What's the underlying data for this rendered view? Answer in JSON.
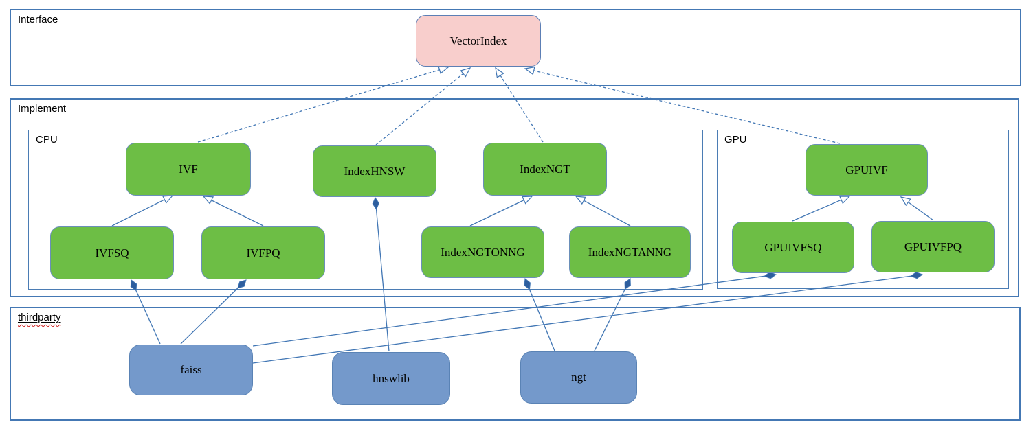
{
  "sections": {
    "interface": {
      "label": "Interface"
    },
    "implement": {
      "label": "Implement"
    },
    "cpu": {
      "label": "CPU"
    },
    "gpu": {
      "label": "GPU"
    },
    "thirdparty": {
      "label": "thirdparty"
    }
  },
  "nodes": {
    "vectorindex": {
      "label": "VectorIndex",
      "layer": "interface"
    },
    "ivf": {
      "label": "IVF",
      "layer": "implement-cpu"
    },
    "indexhnsw": {
      "label": "IndexHNSW",
      "layer": "implement-cpu"
    },
    "indexngt": {
      "label": "IndexNGT",
      "layer": "implement-cpu"
    },
    "ivfsq": {
      "label": "IVFSQ",
      "layer": "implement-cpu"
    },
    "ivfpq": {
      "label": "IVFPQ",
      "layer": "implement-cpu"
    },
    "indexngtonng": {
      "label": "IndexNGTONNG",
      "layer": "implement-cpu"
    },
    "indexngtanng": {
      "label": "IndexNGTANNG",
      "layer": "implement-cpu"
    },
    "gpuivf": {
      "label": "GPUIVF",
      "layer": "implement-gpu"
    },
    "gpuivfsq": {
      "label": "GPUIVFSQ",
      "layer": "implement-gpu"
    },
    "gpuivfpq": {
      "label": "GPUIVFPQ",
      "layer": "implement-gpu"
    },
    "faiss": {
      "label": "faiss",
      "layer": "thirdparty"
    },
    "hnswlib": {
      "label": "hnswlib",
      "layer": "thirdparty"
    },
    "ngt": {
      "label": "ngt",
      "layer": "thirdparty"
    }
  },
  "relations": [
    {
      "from": "IVF",
      "to": "VectorIndex",
      "type": "realization"
    },
    {
      "from": "IndexHNSW",
      "to": "VectorIndex",
      "type": "realization"
    },
    {
      "from": "IndexNGT",
      "to": "VectorIndex",
      "type": "realization"
    },
    {
      "from": "GPUIVF",
      "to": "VectorIndex",
      "type": "realization"
    },
    {
      "from": "IVFSQ",
      "to": "IVF",
      "type": "inheritance"
    },
    {
      "from": "IVFPQ",
      "to": "IVF",
      "type": "inheritance"
    },
    {
      "from": "IndexNGTONNG",
      "to": "IndexNGT",
      "type": "inheritance"
    },
    {
      "from": "IndexNGTANNG",
      "to": "IndexNGT",
      "type": "inheritance"
    },
    {
      "from": "GPUIVFSQ",
      "to": "GPUIVF",
      "type": "inheritance"
    },
    {
      "from": "GPUIVFPQ",
      "to": "GPUIVF",
      "type": "inheritance"
    },
    {
      "from": "IVFSQ",
      "to": "faiss",
      "type": "composition"
    },
    {
      "from": "IVFPQ",
      "to": "faiss",
      "type": "composition"
    },
    {
      "from": "IndexHNSW",
      "to": "hnswlib",
      "type": "composition"
    },
    {
      "from": "IndexNGTONNG",
      "to": "ngt",
      "type": "composition"
    },
    {
      "from": "IndexNGTANNG",
      "to": "ngt",
      "type": "composition"
    },
    {
      "from": "GPUIVFSQ",
      "to": "faiss",
      "type": "composition"
    },
    {
      "from": "GPUIVFPQ",
      "to": "faiss",
      "type": "composition"
    }
  ],
  "colors": {
    "interface_node_fill": "#f8cecc",
    "implement_node_fill": "#6dbe45",
    "thirdparty_node_fill": "#7499cb",
    "node_border": "#6c8ebf",
    "frame_border": "#4478b4",
    "edge": "#4176b4",
    "diamond_fill": "#2e5e9e",
    "spellcheck_underline": "#cc1a1a",
    "text": "#000000"
  }
}
